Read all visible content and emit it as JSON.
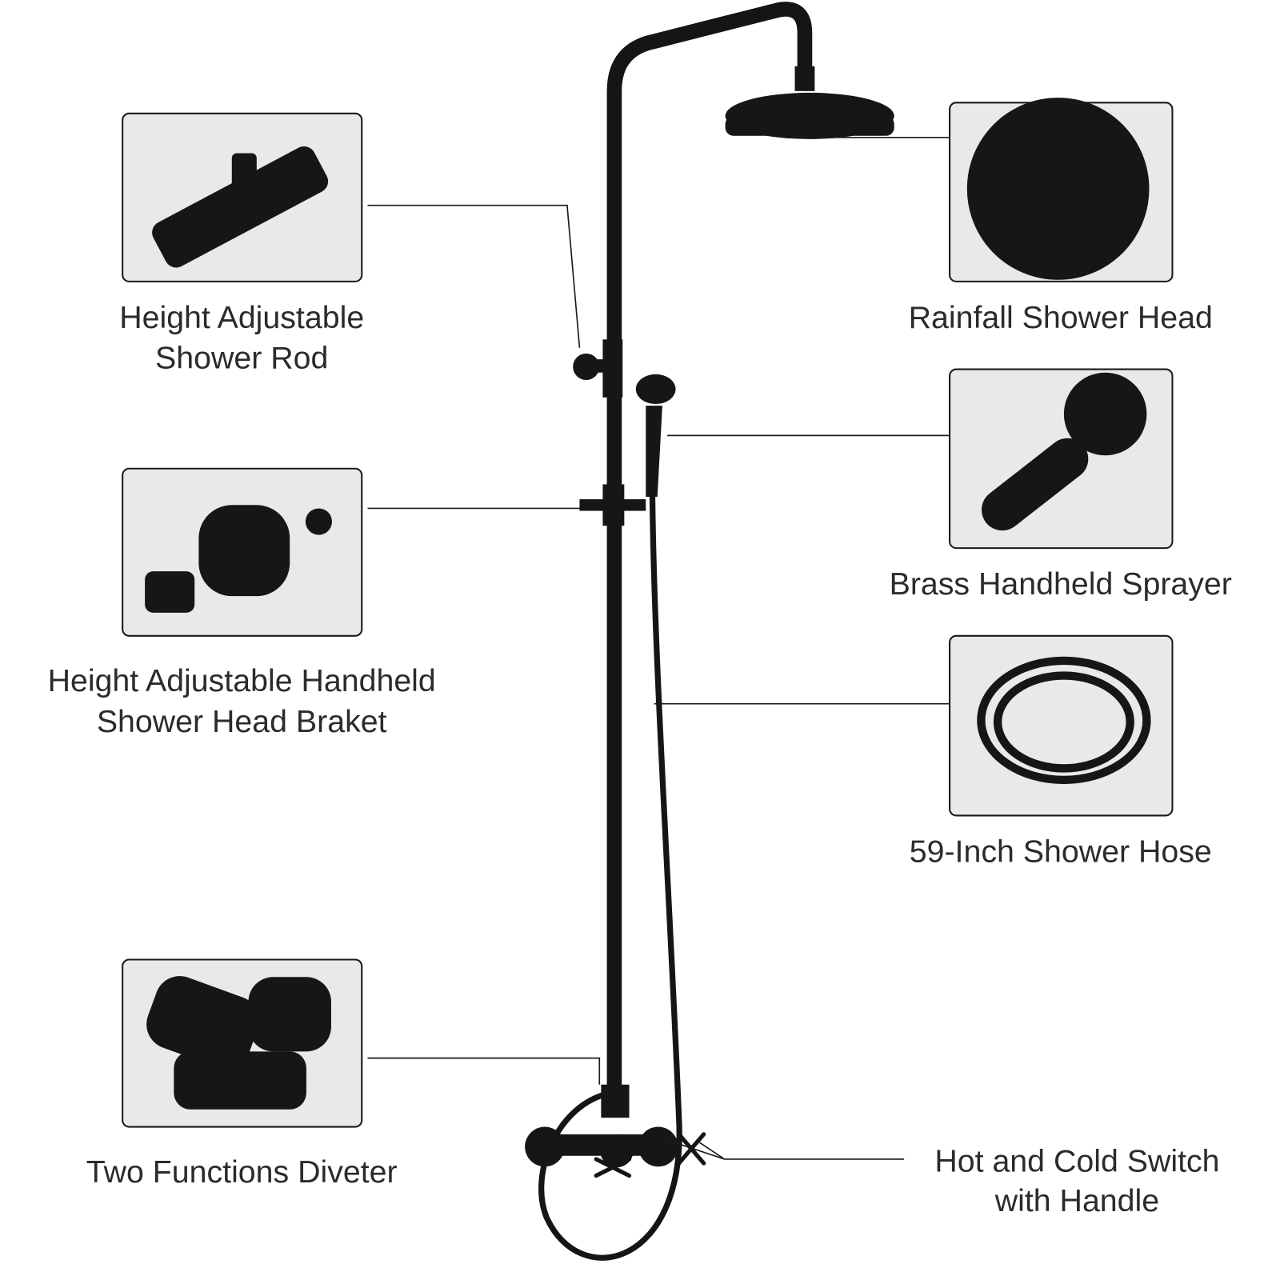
{
  "colors": {
    "background": "#ffffff",
    "panel": "#e9e9e9",
    "product": "#161616",
    "text": "#2b2b2b"
  },
  "callouts": {
    "shower_rod": {
      "line1": "Height Adjustable",
      "line2": "Shower Rod"
    },
    "bracket": {
      "line1": "Height Adjustable Handheld",
      "line2": "Shower Head Braket"
    },
    "diverter": {
      "line1": "Two Functions Diveter"
    },
    "rain_head": {
      "line1": "Rainfall Shower Head"
    },
    "handheld": {
      "line1": "Brass Handheld Sprayer"
    },
    "hose": {
      "line1": "59-Inch Shower Hose"
    },
    "switch": {
      "line1": "Hot and Cold Switch",
      "line2": "with Handle"
    }
  }
}
